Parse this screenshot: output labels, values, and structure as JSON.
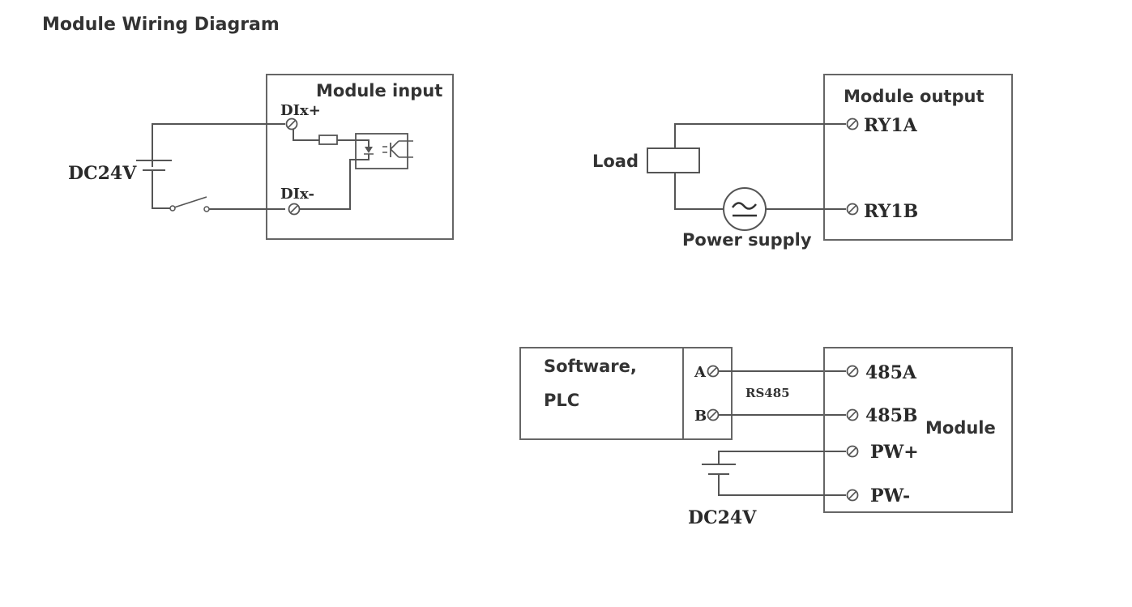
{
  "page": {
    "title": "Module Wiring Diagram"
  },
  "input_diagram": {
    "module_label": "Module input",
    "supply_label": "DC24V",
    "terminal_plus": "DIx+",
    "terminal_minus": "DIx-",
    "components": [
      "battery-icon",
      "switch-icon",
      "resistor-icon",
      "optocoupler-icon"
    ]
  },
  "output_diagram": {
    "module_label": "Module output",
    "load_label": "Load",
    "power_supply_label": "Power supply",
    "terminal_a": "RY1A",
    "terminal_b": "RY1B",
    "components": [
      "load-icon",
      "ac-power-source-icon"
    ]
  },
  "comm_diagram": {
    "host_label_line1": "Software,",
    "host_label_line2": "PLC",
    "host_terminal_a": "A",
    "host_terminal_b": "B",
    "bus_label": "RS485",
    "module_label": "Module",
    "terminal_485a": "485A",
    "terminal_485b": "485B",
    "terminal_pw_plus": "PW+",
    "terminal_pw_minus": "PW-",
    "supply_label": "DC24V",
    "components": [
      "battery-icon"
    ]
  }
}
